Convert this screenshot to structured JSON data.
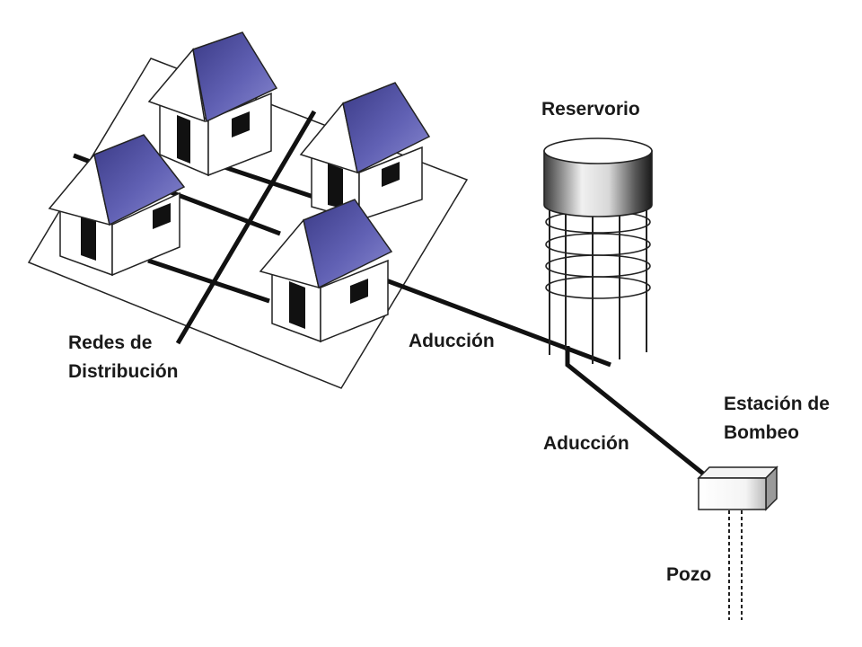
{
  "labels": {
    "reservoir": "Reservorio",
    "distribution_line1": "Redes de",
    "distribution_line2": "Distribución",
    "conveyance_upper": "Aducción",
    "conveyance_lower": "Aducción",
    "pump_station_line1": "Estación de",
    "pump_station_line2": "Bombeo",
    "well": "Pozo"
  },
  "colors": {
    "roof": "#4f4f9e",
    "roof_dark": "#35357a",
    "house_wall": "#ffffff",
    "pipe": "#111111",
    "outline": "#222222"
  }
}
